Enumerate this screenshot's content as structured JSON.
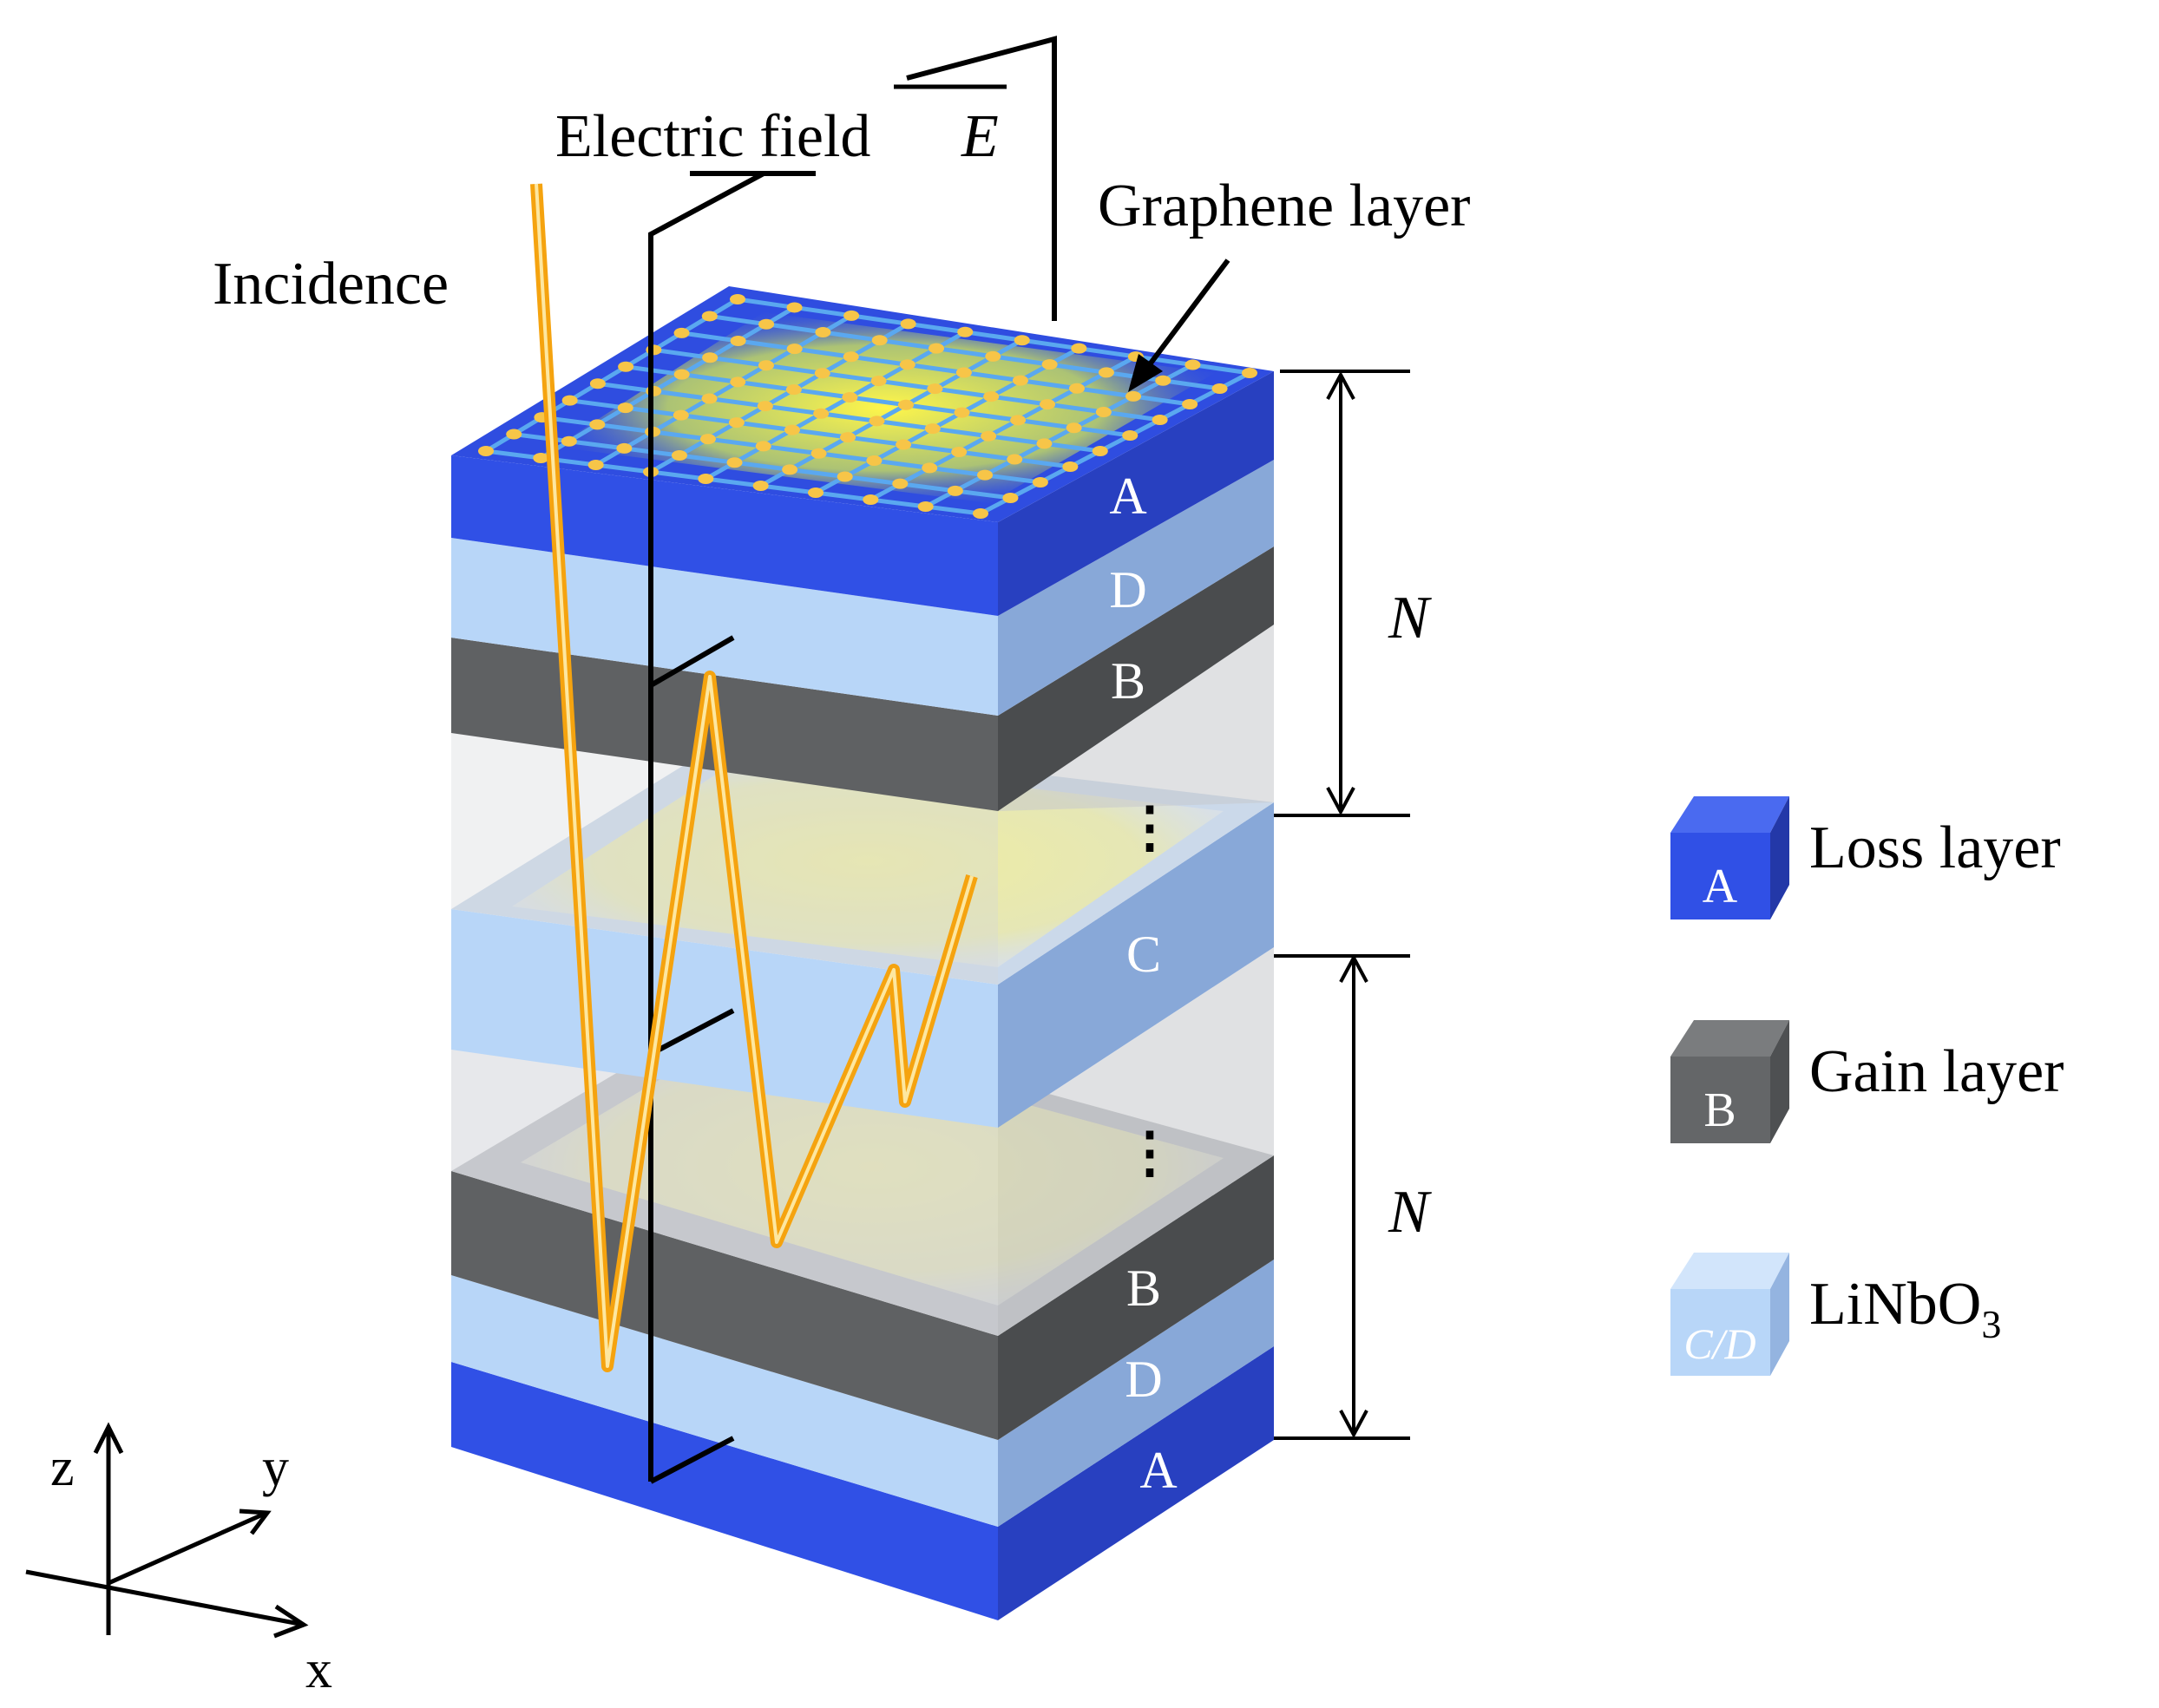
{
  "annotations": {
    "electric_field": "Electric field",
    "field_symbol": "E",
    "graphene": "Graphene layer",
    "incidence": "Incidence",
    "period_symbol": "N"
  },
  "layer_labels": {
    "top_A": "A",
    "top_D": "D",
    "top_B": "B",
    "dots_top": "⋮",
    "center_C": "C",
    "dots_bottom": "⋮",
    "bottom_B": "B",
    "bottom_D": "D",
    "bottom_A": "A"
  },
  "legend": {
    "items": [
      {
        "letter": "A",
        "label": "Loss layer",
        "color": "#2f4de0"
      },
      {
        "letter": "B",
        "label": "Gain layer",
        "color": "#646668"
      },
      {
        "letter": "C/D",
        "label": "LiNbO",
        "subscript": "3",
        "color": "#b8d6f8"
      }
    ]
  },
  "axes": {
    "z": "z",
    "y": "y",
    "x": "x"
  },
  "colors": {
    "loss": "#2f4de0",
    "gain": "#5f6163",
    "linbo3": "#b8d6f8",
    "beam": "#f5a30f",
    "graphene": "#f7c548",
    "glow": "#eaea9a"
  }
}
